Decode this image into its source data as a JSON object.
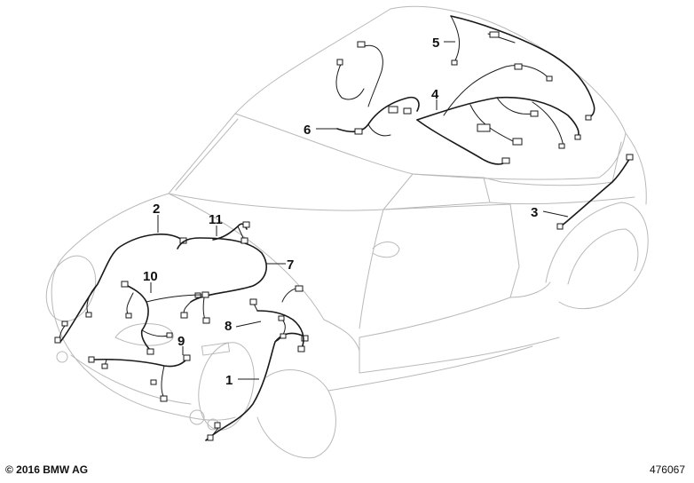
{
  "diagram": {
    "callouts": [
      {
        "id": "1",
        "label": "1"
      },
      {
        "id": "2",
        "label": "2"
      },
      {
        "id": "3",
        "label": "3"
      },
      {
        "id": "4",
        "label": "4"
      },
      {
        "id": "5",
        "label": "5"
      },
      {
        "id": "6",
        "label": "6"
      },
      {
        "id": "7",
        "label": "7"
      },
      {
        "id": "8",
        "label": "8"
      },
      {
        "id": "9",
        "label": "9"
      },
      {
        "id": "10",
        "label": "10"
      },
      {
        "id": "11",
        "label": "11"
      }
    ]
  },
  "footer": {
    "copyright": "© 2016 BMW AG",
    "diagram_id": "476067"
  },
  "colors": {
    "line_art": "#b9b9b9",
    "harness": "#1a1a1a"
  }
}
